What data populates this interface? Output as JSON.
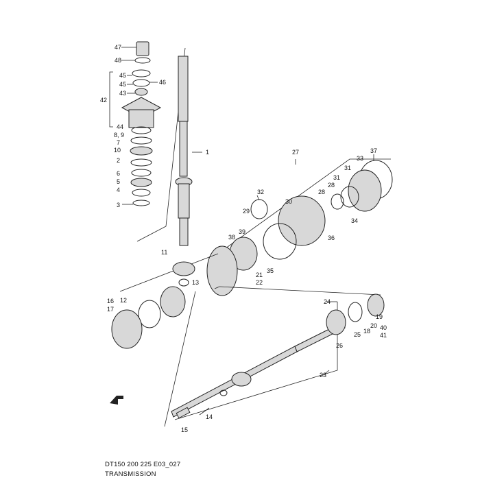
{
  "caption": {
    "code": "DT150 200 225 E03_027",
    "title": "TRANSMISSION"
  },
  "arrow_label": "FWD",
  "callouts": [
    {
      "id": "c47",
      "text": "47"
    },
    {
      "id": "c48",
      "text": "48"
    },
    {
      "id": "c45a",
      "text": "45"
    },
    {
      "id": "c45b",
      "text": "45"
    },
    {
      "id": "c46",
      "text": "46"
    },
    {
      "id": "c43",
      "text": "43"
    },
    {
      "id": "c42",
      "text": "42"
    },
    {
      "id": "c44",
      "text": "44"
    },
    {
      "id": "c89",
      "text": "8, 9"
    },
    {
      "id": "c7",
      "text": "7"
    },
    {
      "id": "c10",
      "text": "10"
    },
    {
      "id": "c2",
      "text": "2"
    },
    {
      "id": "c6",
      "text": "6"
    },
    {
      "id": "c5",
      "text": "5"
    },
    {
      "id": "c4",
      "text": "4"
    },
    {
      "id": "c3",
      "text": "3"
    },
    {
      "id": "c1",
      "text": "1"
    },
    {
      "id": "c27",
      "text": "27"
    },
    {
      "id": "c37",
      "text": "37"
    },
    {
      "id": "c33",
      "text": "33"
    },
    {
      "id": "c31a",
      "text": "31"
    },
    {
      "id": "c31b",
      "text": "31"
    },
    {
      "id": "c28a",
      "text": "28"
    },
    {
      "id": "c28b",
      "text": "28"
    },
    {
      "id": "c32",
      "text": "32"
    },
    {
      "id": "c30",
      "text": "30"
    },
    {
      "id": "c29",
      "text": "29"
    },
    {
      "id": "c34",
      "text": "34"
    },
    {
      "id": "c36",
      "text": "36"
    },
    {
      "id": "c39",
      "text": "39"
    },
    {
      "id": "c38",
      "text": "38"
    },
    {
      "id": "c35",
      "text": "35"
    },
    {
      "id": "c21",
      "text": "21"
    },
    {
      "id": "c22",
      "text": "22"
    },
    {
      "id": "c11",
      "text": "11"
    },
    {
      "id": "c13",
      "text": "13"
    },
    {
      "id": "c16",
      "text": "16"
    },
    {
      "id": "c17",
      "text": "17"
    },
    {
      "id": "c12",
      "text": "12"
    },
    {
      "id": "c24",
      "text": "24"
    },
    {
      "id": "c19",
      "text": "19"
    },
    {
      "id": "c20",
      "text": "20"
    },
    {
      "id": "c40",
      "text": "40"
    },
    {
      "id": "c41",
      "text": "41"
    },
    {
      "id": "c18",
      "text": "18"
    },
    {
      "id": "c25",
      "text": "25"
    },
    {
      "id": "c26",
      "text": "26"
    },
    {
      "id": "c23",
      "text": "23"
    },
    {
      "id": "c14",
      "text": "14"
    },
    {
      "id": "c15",
      "text": "15"
    }
  ]
}
